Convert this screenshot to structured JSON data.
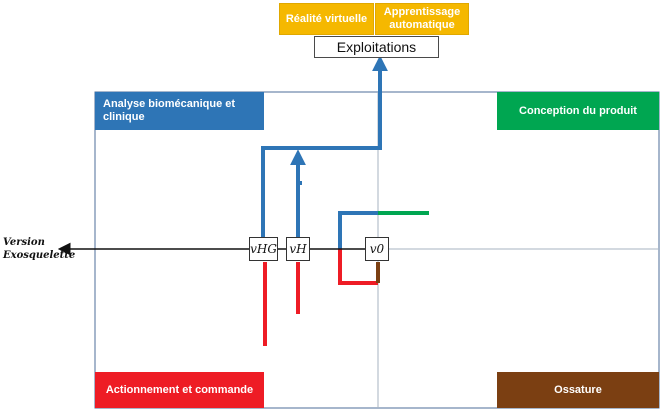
{
  "outputs": {
    "realite_virtuelle": "Réalité virtuelle",
    "apprentissage": "Apprentissage automatique",
    "exploitations": "Exploitations"
  },
  "quadrants": {
    "analyse": "Analyse biomécanique et clinique",
    "conception": "Conception du produit",
    "actionnement": "Actionnement et commande",
    "ossature": "Ossature"
  },
  "versions": {
    "vhg": "vHG",
    "vh": "vH",
    "v0": "v0"
  },
  "side_label": "Version Exosquelette",
  "colors": {
    "blue": "#2e75b6",
    "green": "#00a651",
    "red": "#ee1c25",
    "brown": "#7b3f12",
    "gold": "#f5b800",
    "olive": "#806a14",
    "frame": "#4e6e9a",
    "axis": "#a7b3c1"
  }
}
